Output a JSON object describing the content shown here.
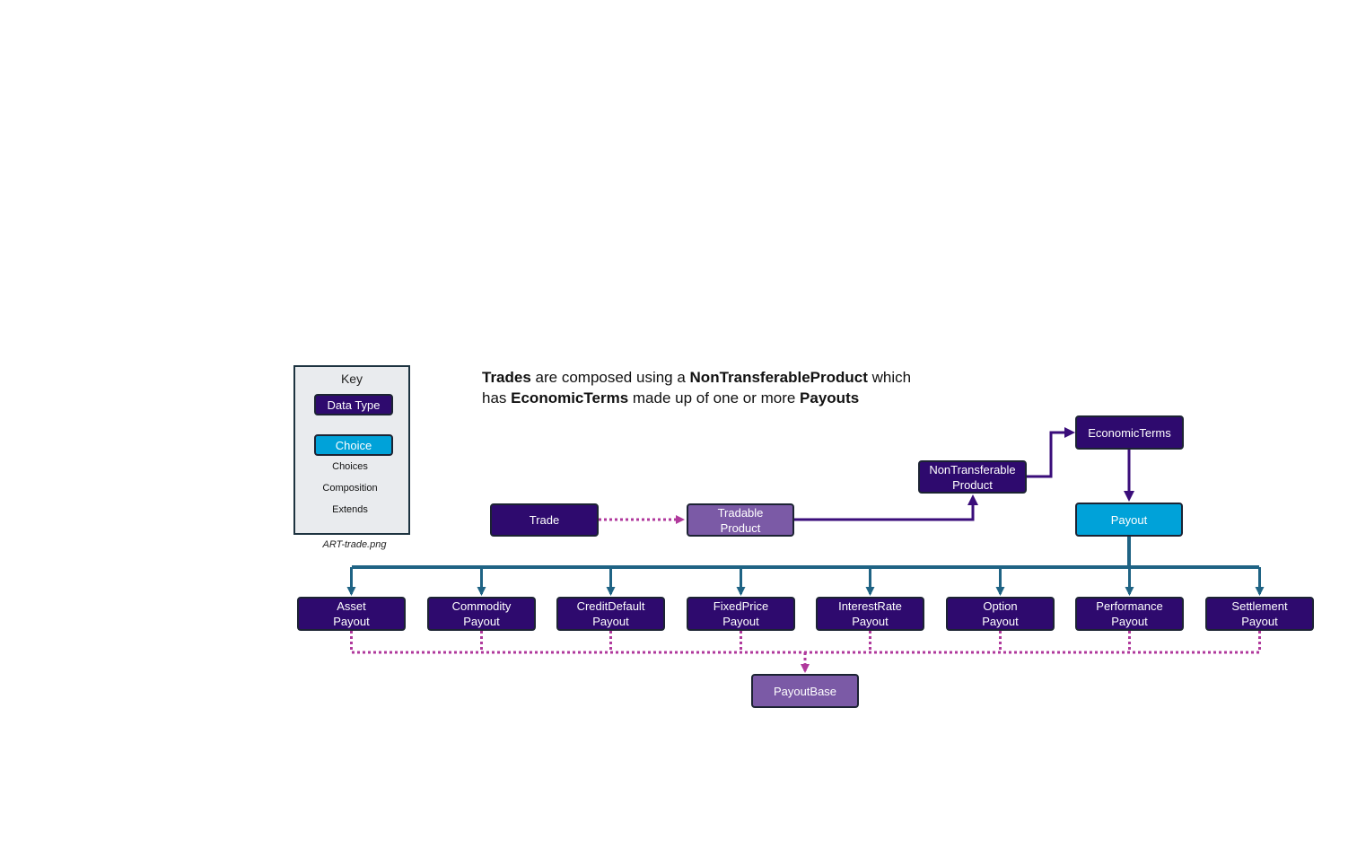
{
  "key": {
    "title": "Key",
    "data_type_label": "Data Type",
    "choice_label": "Choice",
    "choices_label": "Choices",
    "composition_label": "Composition",
    "extends_label": "Extends",
    "caption": "ART-trade.png"
  },
  "headline": {
    "line1": [
      {
        "text": "Trades",
        "bold": true
      },
      {
        "text": " are composed using a ",
        "bold": false
      },
      {
        "text": "NonTransferableProduct",
        "bold": true
      },
      {
        "text": " which",
        "bold": false
      }
    ],
    "line2": [
      {
        "text": "has ",
        "bold": false
      },
      {
        "text": "EconomicTerms",
        "bold": true
      },
      {
        "text": " made up of one or more ",
        "bold": false
      },
      {
        "text": "Payouts",
        "bold": true
      }
    ]
  },
  "nodes": {
    "trade": "Trade",
    "tradable_product": "Tradable\nProduct",
    "non_transferable_product": "NonTransferable\nProduct",
    "economic_terms": "EconomicTerms",
    "payout": "Payout",
    "payout_base": "PayoutBase"
  },
  "payouts": [
    "Asset\nPayout",
    "Commodity\nPayout",
    "CreditDefault\nPayout",
    "FixedPrice\nPayout",
    "InterestRate\nPayout",
    "Option\nPayout",
    "Performance\nPayout",
    "Settlement\nPayout"
  ],
  "colors": {
    "data_type": "#2e0a6e",
    "choice": "#00a2d9",
    "extended_base": "#7b5aa6",
    "choices_arrow": "#1f6384",
    "composition_arrow": "#3a0d7a",
    "extends_arrow": "#b0399c"
  },
  "edge_types": [
    "choices",
    "composition",
    "extends"
  ]
}
